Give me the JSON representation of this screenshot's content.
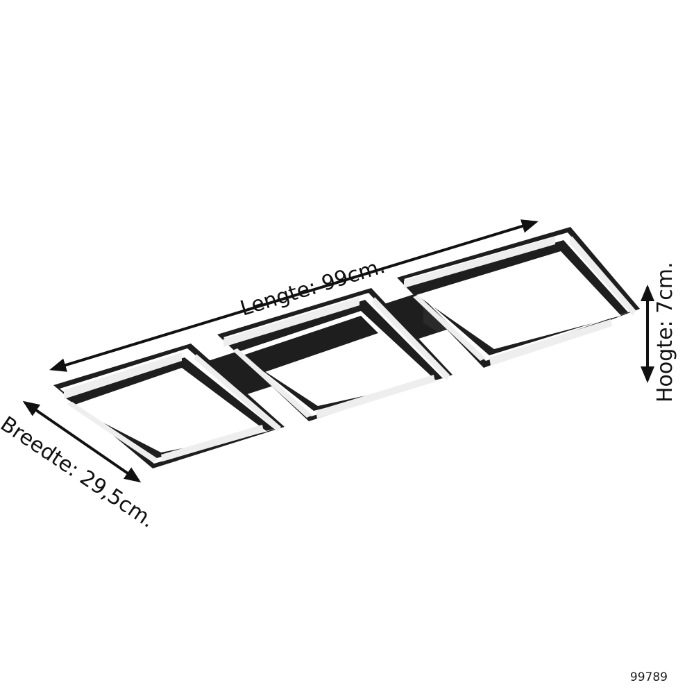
{
  "diagram": {
    "type": "product-dimension-drawing",
    "subject": "ceiling light with three square LED frames",
    "colors": {
      "frame": "#1e1e1e",
      "led_panel": "#eeeeee",
      "background": "#ffffff",
      "arrow": "#111111"
    }
  },
  "dimensions": {
    "length": {
      "label": "Lengte: 99cm."
    },
    "width": {
      "label": "Breedte: 29,5cm."
    },
    "height": {
      "label": "Hoogte: 7cm."
    }
  },
  "product_code": "99789"
}
